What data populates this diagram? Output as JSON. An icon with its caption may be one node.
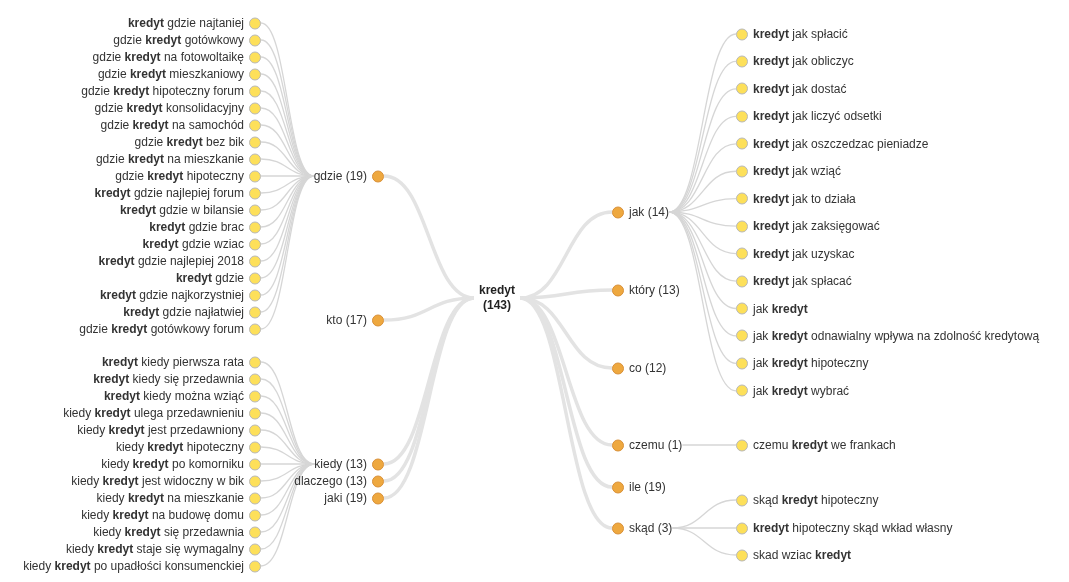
{
  "diagram": {
    "nodes": [
      {
        "text": [
          "kredyt (143)"
        ]
      },
      {
        "text": [
          "gdzie (19)"
        ]
      },
      {
        "text": [
          "kto (17)"
        ]
      },
      {
        "text": [
          "kiedy (13)"
        ]
      },
      {
        "text": [
          "dlaczego (13)"
        ]
      },
      {
        "text": [
          "jaki (19)"
        ]
      },
      {
        "text": [
          "jak (14)"
        ]
      },
      {
        "text": [
          "który (13)"
        ]
      },
      {
        "text": [
          "co (12)"
        ]
      },
      {
        "text": [
          "czemu (1)"
        ]
      },
      {
        "text": [
          "ile (19)"
        ]
      },
      {
        "text": [
          "skąd (3)"
        ]
      },
      {
        "text": [
          "**kredyt** gdzie najtaniej"
        ]
      },
      {
        "text": [
          "gdzie **kredyt** gotówkowy"
        ]
      },
      {
        "text": [
          "gdzie **kredyt** na fotowoltaikę"
        ]
      },
      {
        "text": [
          "gdzie **kredyt** mieszkaniowy"
        ]
      },
      {
        "text": [
          "gdzie **kredyt** hipoteczny forum"
        ]
      },
      {
        "text": [
          "gdzie **kredyt** konsolidacyjny"
        ]
      },
      {
        "text": [
          "gdzie **kredyt** na samochód"
        ]
      },
      {
        "text": [
          "gdzie **kredyt** bez bik"
        ]
      },
      {
        "text": [
          "gdzie **kredyt** na mieszkanie"
        ]
      },
      {
        "text": [
          "gdzie **kredyt** hipoteczny"
        ]
      },
      {
        "text": [
          "**kredyt** gdzie najlepiej forum"
        ]
      },
      {
        "text": [
          "**kredyt** gdzie w bilansie"
        ]
      },
      {
        "text": [
          "**kredyt** gdzie brac"
        ]
      },
      {
        "text": [
          "**kredyt** gdzie wziac"
        ]
      },
      {
        "text": [
          "**kredyt** gdzie najlepiej 2018"
        ]
      },
      {
        "text": [
          "**kredyt** gdzie"
        ]
      },
      {
        "text": [
          "**kredyt** gdzie najkorzystniej"
        ]
      },
      {
        "text": [
          "**kredyt** gdzie najłatwiej"
        ]
      },
      {
        "text": [
          "gdzie **kredyt** gotówkowy forum"
        ]
      },
      {
        "text": [
          "**kredyt** kiedy pierwsza rata"
        ]
      },
      {
        "text": [
          "**kredyt** kiedy się przedawnia"
        ]
      },
      {
        "text": [
          "**kredyt** kiedy można wziąć"
        ]
      },
      {
        "text": [
          "kiedy **kredyt** ulega przedawnieniu"
        ]
      },
      {
        "text": [
          "kiedy **kredyt** jest przedawniony"
        ]
      },
      {
        "text": [
          "kiedy **kredyt** hipoteczny"
        ]
      },
      {
        "text": [
          "kiedy **kredyt** po komorniku"
        ]
      },
      {
        "text": [
          "kiedy **kredyt** jest widoczny w bik"
        ]
      },
      {
        "text": [
          "kiedy **kredyt** na mieszkanie"
        ]
      },
      {
        "text": [
          "kiedy **kredyt** na budowę domu"
        ]
      },
      {
        "text": [
          "kiedy **kredyt** się przedawnia"
        ]
      },
      {
        "text": [
          "kiedy **kredyt** staje się wymagalny"
        ]
      },
      {
        "text": [
          "kiedy **kredyt** po upadłości konsumenckiej"
        ]
      },
      {
        "text": [
          "**kredyt** jak spłacić"
        ]
      },
      {
        "text": [
          "**kredyt** jak obliczyc"
        ]
      },
      {
        "text": [
          "**kredyt** jak dostać"
        ]
      },
      {
        "text": [
          "**kredyt** jak liczyć odsetki"
        ]
      },
      {
        "text": [
          "**kredyt** jak oszczedzac pieniadze"
        ]
      },
      {
        "text": [
          "**kredyt** jak wziąć"
        ]
      },
      {
        "text": [
          "**kredyt** jak to działa"
        ]
      },
      {
        "text": [
          "**kredyt** jak zaksięgować"
        ]
      },
      {
        "text": [
          "**kredyt** jak uzyskac"
        ]
      },
      {
        "text": [
          "**kredyt** jak spłacać"
        ]
      },
      {
        "text": [
          "jak **kredyt**"
        ]
      },
      {
        "text": [
          "jak **kredyt** odnawialny wpływa na zdolność kredytową"
        ]
      },
      {
        "text": [
          "jak **kredyt** hipoteczny"
        ]
      },
      {
        "text": [
          "jak **kredyt** wybrać"
        ]
      },
      {
        "text": [
          "czemu **kredyt** we frankach"
        ]
      },
      {
        "text": [
          "skąd **kredyt** hipoteczny"
        ]
      },
      {
        "text": [
          "**kredyt** hipoteczny skąd wkład własny"
        ]
      },
      {
        "text": [
          "skad wziac **kredyt**"
        ]
      }
    ],
    "edges": [
      {
        "from": 0,
        "to": 1,
        "arrow": "none",
        "style": "thick"
      },
      {
        "from": 0,
        "to": 2,
        "arrow": "none",
        "style": "thick"
      },
      {
        "from": 0,
        "to": 3,
        "arrow": "none",
        "style": "thick"
      },
      {
        "from": 0,
        "to": 4,
        "arrow": "none",
        "style": "thick"
      },
      {
        "from": 0,
        "to": 5,
        "arrow": "none",
        "style": "thick"
      },
      {
        "from": 0,
        "to": 6,
        "arrow": "none",
        "style": "thick"
      },
      {
        "from": 0,
        "to": 7,
        "arrow": "none",
        "style": "thick"
      },
      {
        "from": 0,
        "to": 8,
        "arrow": "none",
        "style": "thick"
      },
      {
        "from": 0,
        "to": 9,
        "arrow": "none",
        "style": "thick"
      },
      {
        "from": 0,
        "to": 10,
        "arrow": "none",
        "style": "thick"
      },
      {
        "from": 0,
        "to": 11,
        "arrow": "none",
        "style": "thick"
      },
      {
        "from": 1,
        "to": 12,
        "arrow": "none"
      },
      {
        "from": 1,
        "to": 13,
        "arrow": "none"
      },
      {
        "from": 1,
        "to": 14,
        "arrow": "none"
      },
      {
        "from": 1,
        "to": 15,
        "arrow": "none"
      },
      {
        "from": 1,
        "to": 16,
        "arrow": "none"
      },
      {
        "from": 1,
        "to": 17,
        "arrow": "none"
      },
      {
        "from": 1,
        "to": 18,
        "arrow": "none"
      },
      {
        "from": 1,
        "to": 19,
        "arrow": "none"
      },
      {
        "from": 1,
        "to": 20,
        "arrow": "none"
      },
      {
        "from": 1,
        "to": 21,
        "arrow": "none"
      },
      {
        "from": 1,
        "to": 22,
        "arrow": "none"
      },
      {
        "from": 1,
        "to": 23,
        "arrow": "none"
      },
      {
        "from": 1,
        "to": 24,
        "arrow": "none"
      },
      {
        "from": 1,
        "to": 25,
        "arrow": "none"
      },
      {
        "from": 1,
        "to": 26,
        "arrow": "none"
      },
      {
        "from": 1,
        "to": 27,
        "arrow": "none"
      },
      {
        "from": 1,
        "to": 28,
        "arrow": "none"
      },
      {
        "from": 1,
        "to": 29,
        "arrow": "none"
      },
      {
        "from": 1,
        "to": 30,
        "arrow": "none"
      },
      {
        "from": 3,
        "to": 31,
        "arrow": "none"
      },
      {
        "from": 3,
        "to": 32,
        "arrow": "none"
      },
      {
        "from": 3,
        "to": 33,
        "arrow": "none"
      },
      {
        "from": 3,
        "to": 34,
        "arrow": "none"
      },
      {
        "from": 3,
        "to": 35,
        "arrow": "none"
      },
      {
        "from": 3,
        "to": 36,
        "arrow": "none"
      },
      {
        "from": 3,
        "to": 37,
        "arrow": "none"
      },
      {
        "from": 3,
        "to": 38,
        "arrow": "none"
      },
      {
        "from": 3,
        "to": 39,
        "arrow": "none"
      },
      {
        "from": 3,
        "to": 40,
        "arrow": "none"
      },
      {
        "from": 3,
        "to": 41,
        "arrow": "none"
      },
      {
        "from": 3,
        "to": 42,
        "arrow": "none"
      },
      {
        "from": 3,
        "to": 43,
        "arrow": "none"
      },
      {
        "from": 6,
        "to": 44,
        "arrow": "none"
      },
      {
        "from": 6,
        "to": 45,
        "arrow": "none"
      },
      {
        "from": 6,
        "to": 46,
        "arrow": "none"
      },
      {
        "from": 6,
        "to": 47,
        "arrow": "none"
      },
      {
        "from": 6,
        "to": 48,
        "arrow": "none"
      },
      {
        "from": 6,
        "to": 49,
        "arrow": "none"
      },
      {
        "from": 6,
        "to": 50,
        "arrow": "none"
      },
      {
        "from": 6,
        "to": 51,
        "arrow": "none"
      },
      {
        "from": 6,
        "to": 52,
        "arrow": "none"
      },
      {
        "from": 6,
        "to": 53,
        "arrow": "none"
      },
      {
        "from": 6,
        "to": 54,
        "arrow": "none"
      },
      {
        "from": 6,
        "to": 55,
        "arrow": "none"
      },
      {
        "from": 6,
        "to": 56,
        "arrow": "none"
      },
      {
        "from": 6,
        "to": 57,
        "arrow": "none"
      },
      {
        "from": 9,
        "to": 58,
        "arrow": "none"
      },
      {
        "from": 11,
        "to": 59,
        "arrow": "none"
      },
      {
        "from": 11,
        "to": 60,
        "arrow": "none"
      },
      {
        "from": 11,
        "to": 61,
        "arrow": "none"
      }
    ]
  }
}
